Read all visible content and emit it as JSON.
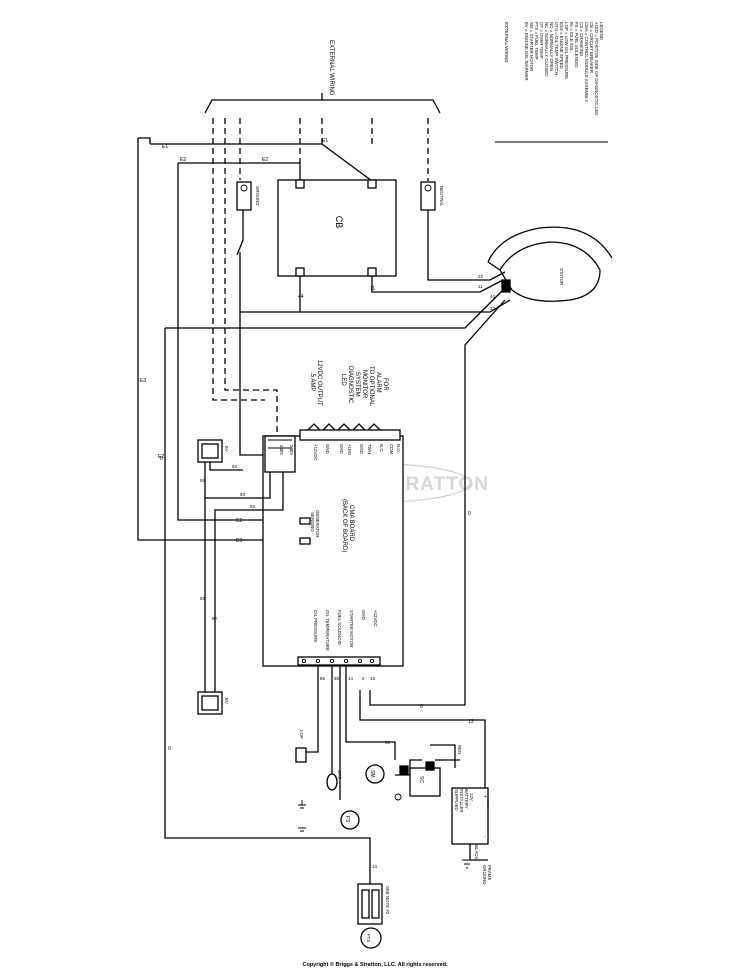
{
  "legend": {
    "lines": [
      "LEGEND",
      "+LED = POSITIVE SIDE OF DIAGNOSTIC LED",
      "CB = CIRCUIT BREAKER",
      "CMA = CONTROL MODULE ASSEMBLY",
      "CS = CRANKING",
      "FS = FUEL SOLENOID",
      "IM = IDLE SOL.",
      "LOP = LOW OIL PRESSURE",
      "ESS = ENGINE SPEED",
      "OTS = OIL TEMP SWITCH",
      "NO = NORMALLY OPEN",
      "NC = NORMALLY CLOSED",
      "OT = OVER TEMP",
      "FTS = FUEL TEMP",
      "SM = STARTER MOTOR",
      "EV = ENGINE GEL WARMER"
    ],
    "external_wiring": "EXTERNAL WIRING"
  },
  "labels": {
    "external_wiring": "EXTERNAL WIRING",
    "cb": "CB",
    "ground": "GROUND",
    "neutral": "NEUTRAL",
    "stator": "STATOR",
    "alarm_note": [
      "FOR",
      "ALARM",
      "TO OPTIONAL",
      "MONITOR",
      "SYSTEM",
      "DIAGNOSTIC",
      "LED"
    ],
    "output_note": [
      "12VDC OUTPUT",
      ".5 AMP"
    ],
    "cma_board": [
      "CMA BOARD",
      "(BACK OF BOARD)"
    ],
    "generator_sensing": [
      "GENERATOR",
      "SENSING"
    ],
    "battery": [
      "12V",
      "BATTERY",
      "INSTALLER",
      "SUPPLIED"
    ],
    "black": "BLACK",
    "frame_ground": [
      "FRAME",
      "GROUND"
    ],
    "see_note": [
      "SEE NOTE #2"
    ],
    "red": "RED",
    "watermark": "BRIGGS & STRATTON"
  },
  "wires": {
    "e1": "E1",
    "e2": "E2",
    "e3": "E3",
    "w11": "11",
    "w44": "44",
    "w22": "22",
    "w33": "33",
    "w0": "0",
    "w13": "13",
    "w15": "15",
    "w16": "16",
    "w56": "56",
    "w85": "85",
    "w86": "86",
    "w14": "14",
    "w55": "55",
    "w92": "92",
    "w93": "93",
    "w95": "95"
  },
  "cma_top_pins": [
    "N.O.",
    "COM",
    "N.C.",
    "TWH",
    "GND",
    "+LED",
    "GND",
    "GND",
    "+12VDC"
  ],
  "cma_power_pins": [
    "240V",
    "240V"
  ],
  "cma_bottom_pins": [
    "+12VDC",
    "GND",
    "STARTER MOTOR",
    "FUEL SOLENOID",
    "OIL TEMPERATURE",
    "OIL PRESSURE"
  ],
  "components": {
    "sm": "SM",
    "sc": "SC",
    "fs": "FS",
    "fts": "FTS",
    "lop": "LOP",
    "ots": "OTS",
    "ev": "EV",
    "ev2": "EV"
  },
  "copyright": "Copyright © Briggs & Stratton, LLC. All rights reserved."
}
